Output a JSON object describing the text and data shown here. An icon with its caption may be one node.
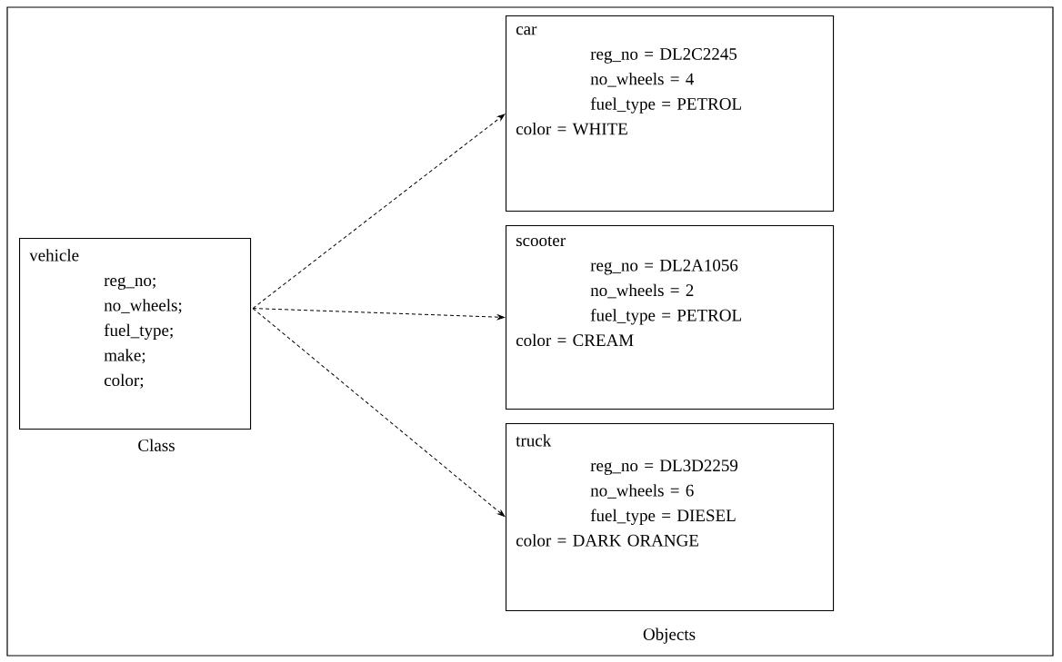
{
  "diagram": {
    "nodes": [
      {
        "text": [
          "vehicle",
          "reg_no;",
          "no_wheels;",
          "fuel_type;",
          "make;",
          "color;"
        ],
        "beside": [
          "Class"
        ]
      },
      {
        "text": [
          "car",
          "reg_no = DL2C2245",
          "no_wheels = 4",
          "fuel_type = PETROL",
          "color = WHITE"
        ]
      },
      {
        "text": [
          "scooter",
          "reg_no = DL2A1056",
          "no_wheels = 2",
          "fuel_type = PETROL",
          "color = CREAM"
        ]
      },
      {
        "text": [
          "truck",
          "reg_no = DL3D2259",
          "no_wheels = 6",
          "fuel_type = DIESEL",
          "color = DARK ORANGE"
        ]
      }
    ],
    "edges": [
      {
        "from": 0,
        "to": 1,
        "arrow": "to",
        "style": "dashed"
      },
      {
        "from": 0,
        "to": 2,
        "arrow": "to",
        "style": "dashed"
      },
      {
        "from": 0,
        "to": 3,
        "arrow": "to",
        "style": "dashed"
      }
    ],
    "labels": [
      "Objects"
    ]
  }
}
